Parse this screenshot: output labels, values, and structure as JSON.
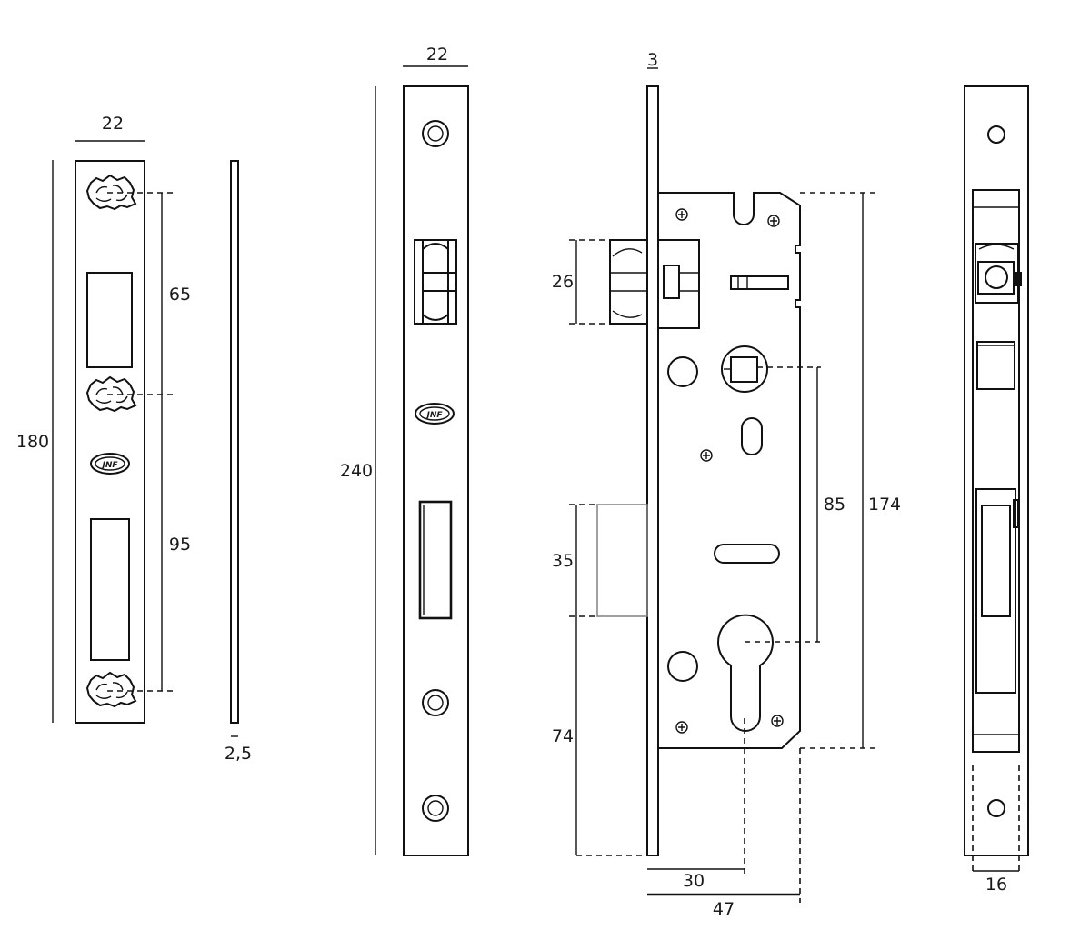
{
  "strike_plate": {
    "width_label": "22",
    "height_label": "180",
    "spacing_top_label": "65",
    "spacing_bottom_label": "95",
    "logo_text": "JNF"
  },
  "plate_profile": {
    "thickness_label": "2,5"
  },
  "faceplate": {
    "width_label": "22",
    "height_label": "240",
    "logo_text": "JNF"
  },
  "lock_body": {
    "faceplate_thickness_label": "3",
    "latch_height_label": "26",
    "deadbolt_height_label": "35",
    "bottom_offset_label": "74",
    "center_distance_label": "85",
    "body_height_label": "174",
    "backset_label": "30",
    "depth_label": "47"
  },
  "end_view": {
    "width_label": "16"
  }
}
